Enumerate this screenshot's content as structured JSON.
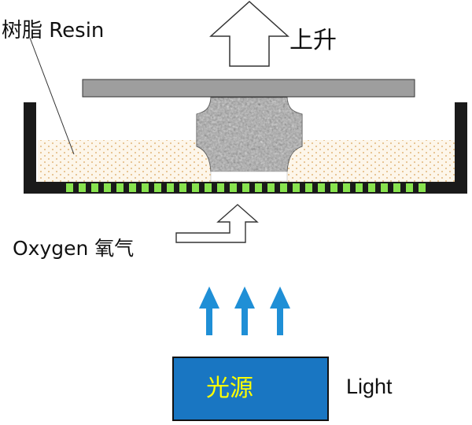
{
  "labels": {
    "resin": "树脂 Resin",
    "rise": "上升",
    "oxygen": "Oxygen 氧气",
    "light_source": "光源",
    "light": "Light"
  },
  "colors": {
    "tray_wall": "#1a1a1a",
    "build_plate": "#9e9e9e",
    "resin_fill": "#fdf6ea",
    "resin_dots": "#d9a45a",
    "window_cells": "#88e34f",
    "light_arrows": "#1f8fd6",
    "light_box": "#1976c2",
    "light_text": "#ffff00",
    "print_part": "#a8a8a8"
  },
  "icons": {
    "rise_arrow": "hollow-up-arrow-icon",
    "oxygen_arrow": "hollow-bent-arrow-icon",
    "light_arrows": "up-arrow-icon"
  }
}
